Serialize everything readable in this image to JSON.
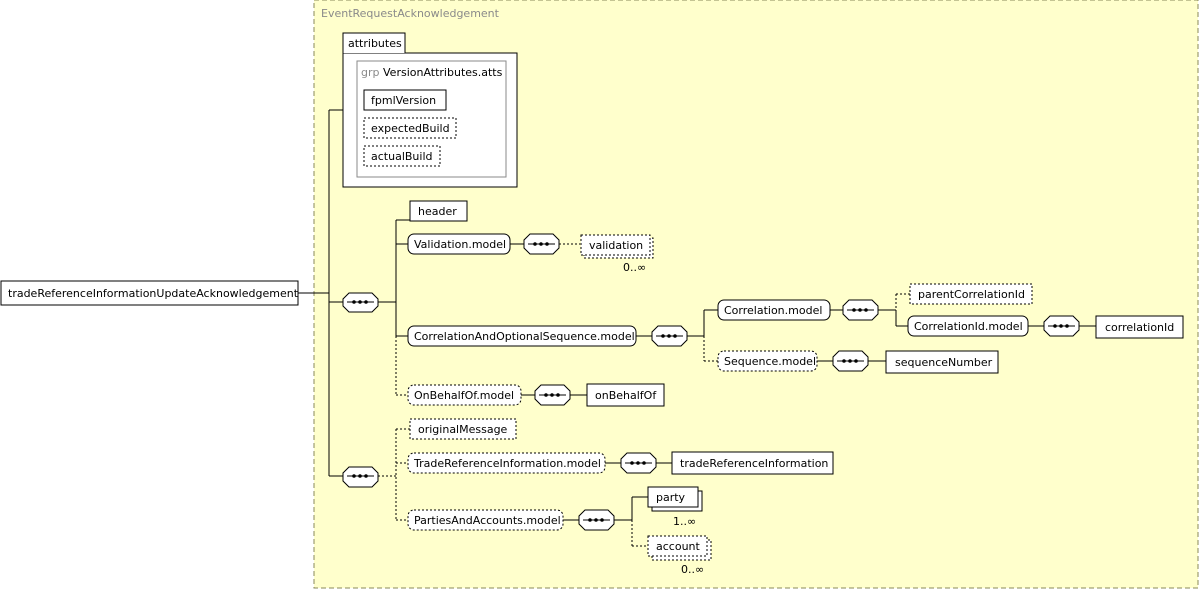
{
  "container": {
    "title": "EventRequestAcknowledgement"
  },
  "root": {
    "label": "tradeReferenceInformationUpdateAcknowledgement"
  },
  "attributes": {
    "tab": "attributes",
    "group_prefix": "grp",
    "group_name": "VersionAttributes.atts",
    "items": [
      "fpmlVersion",
      "expectedBuild",
      "actualBuild"
    ]
  },
  "elements": {
    "header": "header",
    "validation_model": "Validation.model",
    "validation": "validation",
    "validation_card": "0..∞",
    "correlation_seq_model": "CorrelationAndOptionalSequence.model",
    "correlation_model": "Correlation.model",
    "parent_correlation_id": "parentCorrelationId",
    "correlation_id_model": "CorrelationId.model",
    "correlation_id": "correlationId",
    "sequence_model": "Sequence.model",
    "sequence_number": "sequenceNumber",
    "on_behalf_of_model": "OnBehalfOf.model",
    "on_behalf_of": "onBehalfOf",
    "original_message": "originalMessage",
    "trade_ref_info_model": "TradeReferenceInformation.model",
    "trade_ref_info": "tradeReferenceInformation",
    "parties_accounts_model": "PartiesAndAccounts.model",
    "party": "party",
    "party_card": "1..∞",
    "account": "account",
    "account_card": "0..∞"
  }
}
